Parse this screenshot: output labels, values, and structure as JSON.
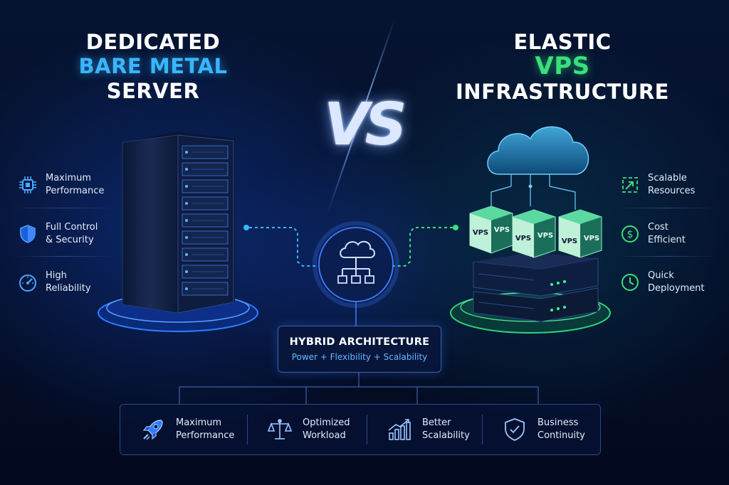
{
  "left_title": {
    "line1": "DEDICATED",
    "line2": "BARE METAL",
    "line3": "SERVER"
  },
  "right_title": {
    "line1": "ELASTIC",
    "line2": "VPS",
    "line3": "INFRASTRUCTURE"
  },
  "vs_text": "VS",
  "left_features": [
    {
      "icon": "cpu-chip-icon",
      "line1": "Maximum",
      "line2": "Performance"
    },
    {
      "icon": "shield-lock-icon",
      "line1": "Full Control",
      "line2": "& Security"
    },
    {
      "icon": "speedometer-icon",
      "line1": "High",
      "line2": "Reliability"
    }
  ],
  "right_features": [
    {
      "icon": "scale-arrows-icon",
      "line1": "Scalable",
      "line2": "Resources"
    },
    {
      "icon": "dollar-coin-icon",
      "line1": "Cost",
      "line2": "Efficient"
    },
    {
      "icon": "clock-icon",
      "line1": "Quick",
      "line2": "Deployment"
    }
  ],
  "vps_boxes": [
    "VPS",
    "VPS",
    "VPS",
    "VPS",
    "VPS",
    "VPS"
  ],
  "hybrid": {
    "title": "HYBRID ARCHITECTURE",
    "subtitle": "Power + Flexibility + Scalability"
  },
  "bottom_items": [
    {
      "icon": "rocket-icon",
      "line1": "Maximum",
      "line2": "Performance"
    },
    {
      "icon": "balance-scale-icon",
      "line1": "Optimized",
      "line2": "Workload"
    },
    {
      "icon": "growth-chart-icon",
      "line1": "Better",
      "line2": "Scalability"
    },
    {
      "icon": "shield-check-icon",
      "line1": "Business",
      "line2": "Continuity"
    }
  ],
  "colors": {
    "background": "#030b22",
    "blue_accent": "#38b6ff",
    "green_accent": "#38e07b",
    "panel_border": "#2c4788"
  }
}
